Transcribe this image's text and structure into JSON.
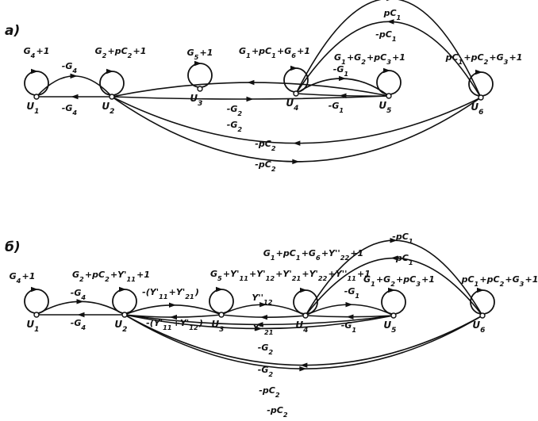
{
  "diagrams": [
    {
      "panel_label": "a)",
      "nodes": [
        {
          "id": "U1",
          "label": "U1",
          "loop": "G4+1"
        },
        {
          "id": "U2",
          "label": "U2",
          "loop": "G2+pC2+1"
        },
        {
          "id": "U3",
          "label": "U3",
          "loop": "G5+1"
        },
        {
          "id": "U4",
          "label": "U4",
          "loop": "G1+pC1+G6+1"
        },
        {
          "id": "U5",
          "label": "U5",
          "loop": "G1+G2+pC3+1"
        },
        {
          "id": "U6",
          "label": "U6",
          "loop": "pC1+pC2+G3+1"
        }
      ],
      "edges": [
        {
          "from": "U1",
          "to": "U2",
          "label": "-G4"
        },
        {
          "from": "U2",
          "to": "U1",
          "label": "-G4"
        },
        {
          "from": "U4",
          "to": "U5",
          "label": "-G1"
        },
        {
          "from": "U5",
          "to": "U4",
          "label": "-G1"
        },
        {
          "from": "U4",
          "to": "U6",
          "label": "pC1"
        },
        {
          "from": "U6",
          "to": "U4",
          "label": "-pC1"
        },
        {
          "from": "U5",
          "to": "U2",
          "label": "-G2"
        },
        {
          "from": "U2",
          "to": "U5",
          "label": "-G2"
        },
        {
          "from": "U6",
          "to": "U2",
          "label": "-pC2"
        },
        {
          "from": "U2",
          "to": "U6",
          "label": "-pC2"
        }
      ]
    },
    {
      "panel_label": "б)",
      "nodes": [
        {
          "id": "U1",
          "label": "U1",
          "loop": "G4+1"
        },
        {
          "id": "U2",
          "label": "U2",
          "loop": "G2+pC2+Y'11+1"
        },
        {
          "id": "U3",
          "label": "U3",
          "loop": "G5+Y'11+Y'12+Y'21+Y'22+Y''11+1"
        },
        {
          "id": "U4",
          "label": "U4",
          "loop": "G1+pC1+G6+Y''22+1"
        },
        {
          "id": "U5",
          "label": "U5",
          "loop": "G1+G2+pC3+1"
        },
        {
          "id": "U6",
          "label": "U6",
          "loop": "pC1+pC2+G3+1"
        }
      ],
      "edges": [
        {
          "from": "U1",
          "to": "U2",
          "label": "-G4"
        },
        {
          "from": "U2",
          "to": "U1",
          "label": "-G4"
        },
        {
          "from": "U2",
          "to": "U3",
          "label": "-(Y'11+Y'21)"
        },
        {
          "from": "U3",
          "to": "U2",
          "label": "-(Y'11+Y'12)"
        },
        {
          "from": "U3",
          "to": "U4",
          "label": "Y''12"
        },
        {
          "from": "U4",
          "to": "U3",
          "label": "Y''21"
        },
        {
          "from": "U4",
          "to": "U5",
          "label": "-G1"
        },
        {
          "from": "U5",
          "to": "U4",
          "label": "-G1"
        },
        {
          "from": "U4",
          "to": "U6",
          "label": "-pC1"
        },
        {
          "from": "U6",
          "to": "U4",
          "label": "-pC1"
        },
        {
          "from": "U5",
          "to": "U2",
          "label": "-G2"
        },
        {
          "from": "U2",
          "to": "U5",
          "label": "-G2"
        },
        {
          "from": "U6",
          "to": "U2",
          "label": "-pC2"
        },
        {
          "from": "U2",
          "to": "U6",
          "label": "-pC2"
        }
      ]
    }
  ]
}
